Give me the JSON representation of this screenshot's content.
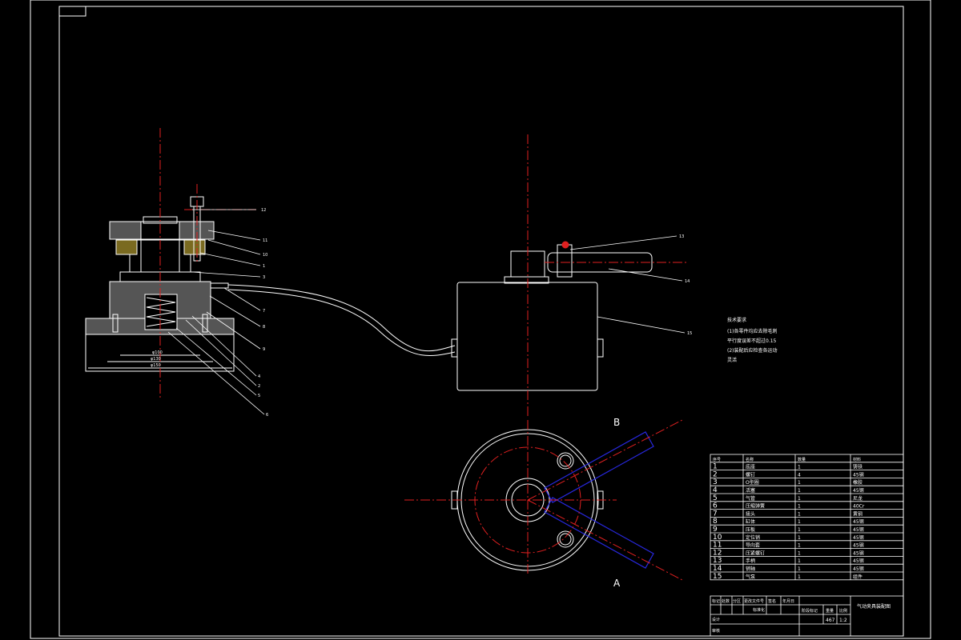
{
  "views": {
    "label_a": "A",
    "label_b": "B"
  },
  "dimensions": {
    "d1": "φ100",
    "d2": "φ130",
    "d3": "φ150"
  },
  "balloons": [
    "12",
    "11",
    "10",
    "1",
    "3",
    "7",
    "8",
    "9",
    "4",
    "2",
    "5",
    "6",
    "13",
    "14",
    "15"
  ],
  "notes": {
    "title": "技术要求",
    "line1": "(1)各零件均应去除毛刺",
    "line2": "平行度误差不超过0.15",
    "line3": "(2)装配后应检查各运动",
    "line4": "灵活"
  },
  "bom": {
    "header": [
      "序号",
      "名称",
      "数量",
      "材料"
    ],
    "rows": [
      [
        "1",
        "底座",
        "1",
        "铸铁"
      ],
      [
        "2",
        "螺钉",
        "4",
        "45钢"
      ],
      [
        "3",
        "O型圈",
        "1",
        "橡胶"
      ],
      [
        "4",
        "活塞",
        "1",
        "45钢"
      ],
      [
        "5",
        "气管",
        "1",
        "尼龙"
      ],
      [
        "6",
        "压缩弹簧",
        "1",
        "40Cr"
      ],
      [
        "7",
        "接头",
        "1",
        "黄铜"
      ],
      [
        "8",
        "缸体",
        "1",
        "45钢"
      ],
      [
        "9",
        "压板",
        "1",
        "45钢"
      ],
      [
        "10",
        "定位销",
        "1",
        "45钢"
      ],
      [
        "11",
        "导向套",
        "1",
        "45钢"
      ],
      [
        "12",
        "压紧螺钉",
        "1",
        "45钢"
      ],
      [
        "13",
        "手柄",
        "1",
        "45钢"
      ],
      [
        "14",
        "销轴",
        "1",
        "45钢"
      ],
      [
        "15",
        "气泵",
        "1",
        "组件"
      ]
    ]
  },
  "title_block": {
    "row1": [
      "标记",
      "处数",
      "分区",
      "更改文件号",
      "签名",
      "年月日"
    ],
    "design": "设计",
    "standard": "标准化",
    "audit": "审核",
    "stage": "阶段标记",
    "weight_label": "重量",
    "scale_label": "比例",
    "weight": "467",
    "scale": "1:2",
    "drawing_title": "气动夹具装配图"
  }
}
